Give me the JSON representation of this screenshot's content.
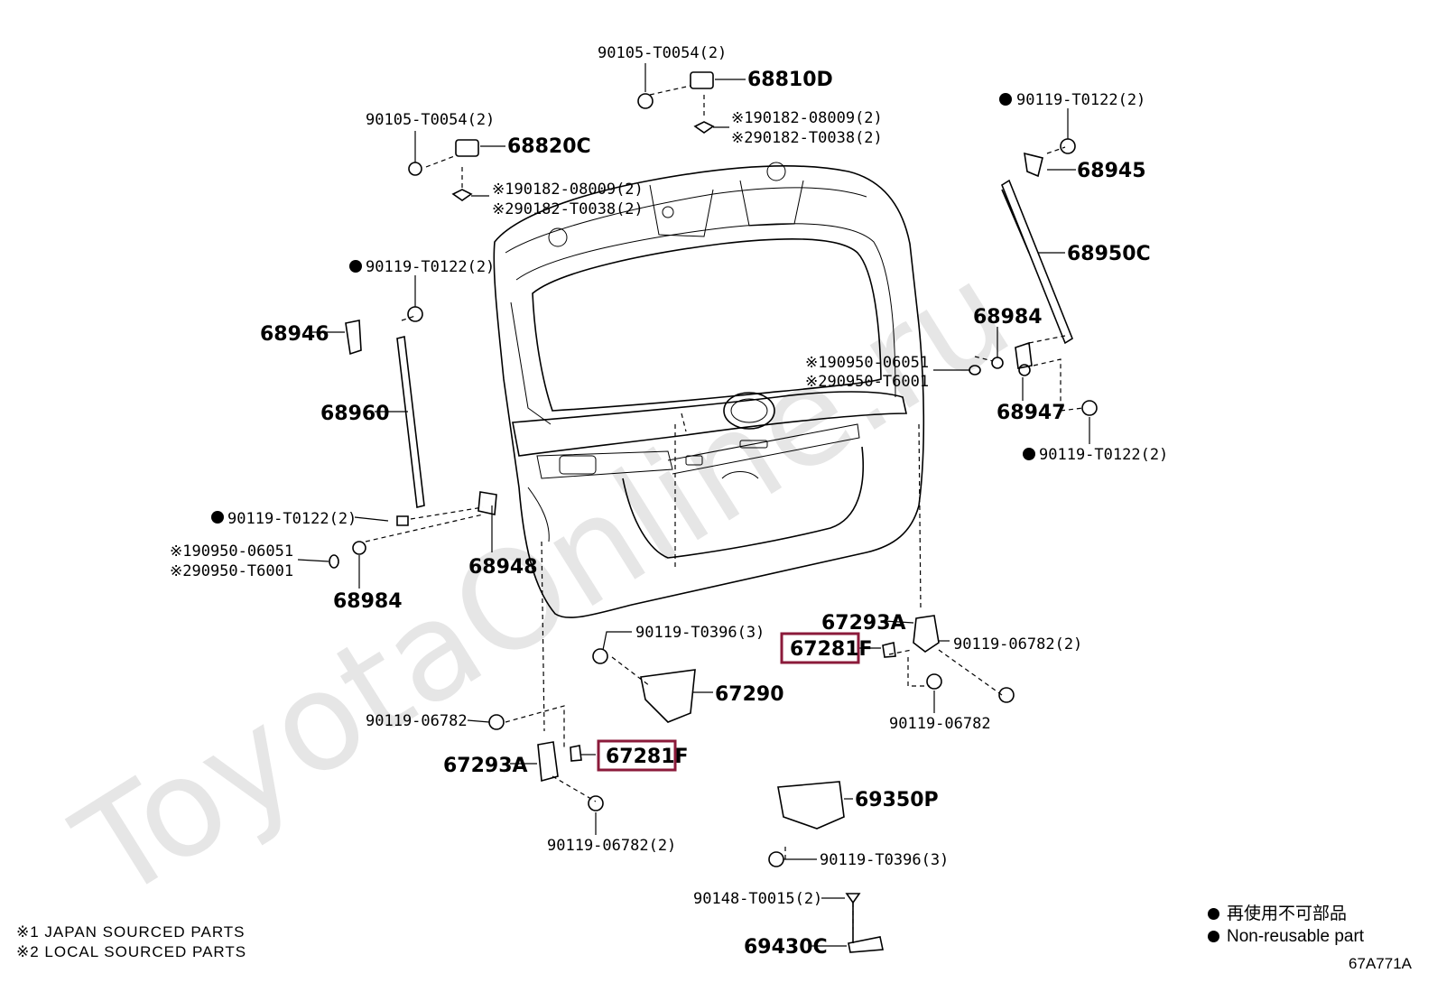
{
  "labels": {
    "l_90105_top": "90105-T0054(2)",
    "l_68810D": "68810D",
    "l_90182_top1": "※190182-08009(2)",
    "l_90182_top2": "※290182-T0038(2)",
    "l_90105_left": "90105-T0054(2)",
    "l_68820C": "68820C",
    "l_90182_left1": "※190182-08009(2)",
    "l_90182_left2": "※290182-T0038(2)",
    "l_90119_tr": "90119-T0122(2)",
    "l_68945": "68945",
    "l_68950C": "68950C",
    "l_90119_ml": "90119-T0122(2)",
    "l_68946": "68946",
    "l_68960": "68960",
    "l_68984_r": "68984",
    "l_90950_r1": "※190950-06051",
    "l_90950_r2": "※290950-T6001",
    "l_68947": "68947",
    "l_90119_r": "90119-T0122(2)",
    "l_90119_l": "90119-T0122(2)",
    "l_90950_l1": "※190950-06051",
    "l_90950_l2": "※290950-T6001",
    "l_68948": "68948",
    "l_68984_l": "68984",
    "l_67293A_r": "67293A",
    "l_67281F_r": "67281F",
    "l_90119_06782_2r": "90119-06782(2)",
    "l_90119_T0396_a": "90119-T0396(3)",
    "l_67290": "67290",
    "l_90119_06782_r": "90119-06782",
    "l_90119_06782_l": "90119-06782",
    "l_67293A_l": "67293A",
    "l_67281F_l": "67281F",
    "l_69350P": "69350P",
    "l_90119_06782_2l": "90119-06782(2)",
    "l_90119_T0396_b": "90119-T0396(3)",
    "l_90148": "90148-T0015(2)",
    "l_69430C": "69430C"
  },
  "notes": {
    "note1": "※1 JAPAN SOURCED PARTS",
    "note2": "※2 LOCAL SOURCED PARTS"
  },
  "legend": {
    "line_jp": "再使用不可部品",
    "line_en": "Non-reusable part"
  },
  "figure_code": "67A771A",
  "watermark": "ToyotaOnline.ru",
  "colors": {
    "highlight_box": "#8b1a3a",
    "watermark": "#e6e6e6"
  }
}
